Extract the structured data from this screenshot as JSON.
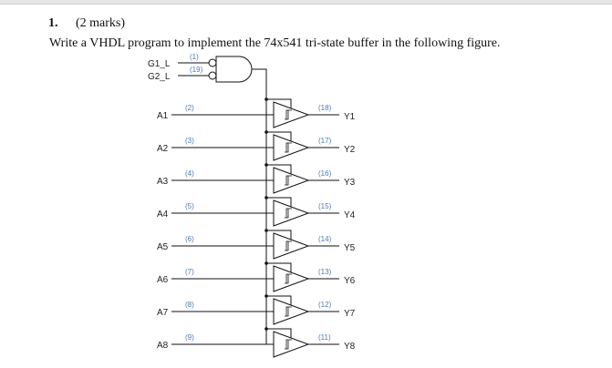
{
  "question": {
    "number": "1.",
    "marks": "(2 marks)",
    "prompt": "Write a VHDL program to implement the 74x541 tri-state buffer in the following figure."
  },
  "figure": {
    "enables": [
      {
        "name": "G1_L",
        "pin": "(1)"
      },
      {
        "name": "G2_L",
        "pin": "(19)"
      }
    ],
    "buffers": [
      {
        "input": "A1",
        "in_pin": "(2)",
        "output": "Y1",
        "out_pin": "(18)"
      },
      {
        "input": "A2",
        "in_pin": "(3)",
        "output": "Y2",
        "out_pin": "(17)"
      },
      {
        "input": "A3",
        "in_pin": "(4)",
        "output": "Y3",
        "out_pin": "(16)"
      },
      {
        "input": "A4",
        "in_pin": "(5)",
        "output": "Y4",
        "out_pin": "(15)"
      },
      {
        "input": "A5",
        "in_pin": "(6)",
        "output": "Y5",
        "out_pin": "(14)"
      },
      {
        "input": "A6",
        "in_pin": "(7)",
        "output": "Y6",
        "out_pin": "(13)"
      },
      {
        "input": "A7",
        "in_pin": "(8)",
        "output": "Y7",
        "out_pin": "(12)"
      },
      {
        "input": "A8",
        "in_pin": "(9)",
        "output": "Y8",
        "out_pin": "(11)"
      }
    ],
    "pin_color": "#4a7ab8"
  }
}
